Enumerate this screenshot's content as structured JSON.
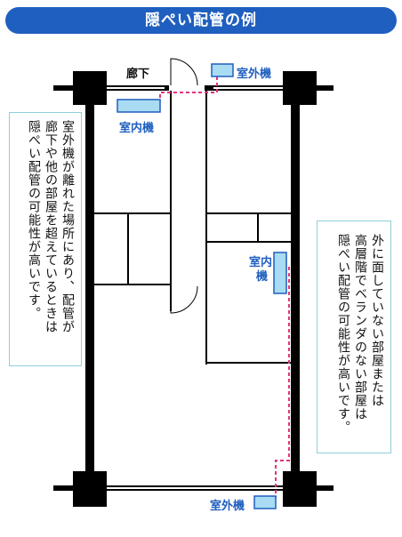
{
  "title": "隠ぺい配管の例",
  "labels": {
    "corridor": "廊下",
    "outdoor_unit_top": "室外機",
    "indoor_unit_left": "室内機",
    "indoor_unit_right_line1": "室内",
    "indoor_unit_right_line2": "機",
    "outdoor_unit_bottom": "室外機"
  },
  "callouts": {
    "left": "室外機が離れた場所にあり、配管が\n廊下や他の部屋を超えているときは\n隠ぺい配管の可能性が高いです。",
    "right": "外に面していない部屋または\n高層階でベランダのない部屋は\n隠ぺい配管の可能性が高いです。"
  },
  "colors": {
    "title_bg": "#1f5fbf",
    "unit_fill": "#a9dcf2",
    "unit_stroke": "#1f5fbf",
    "pipe": "#e0337a",
    "callout_border": "#8ecfd9",
    "wall": "#000000"
  }
}
